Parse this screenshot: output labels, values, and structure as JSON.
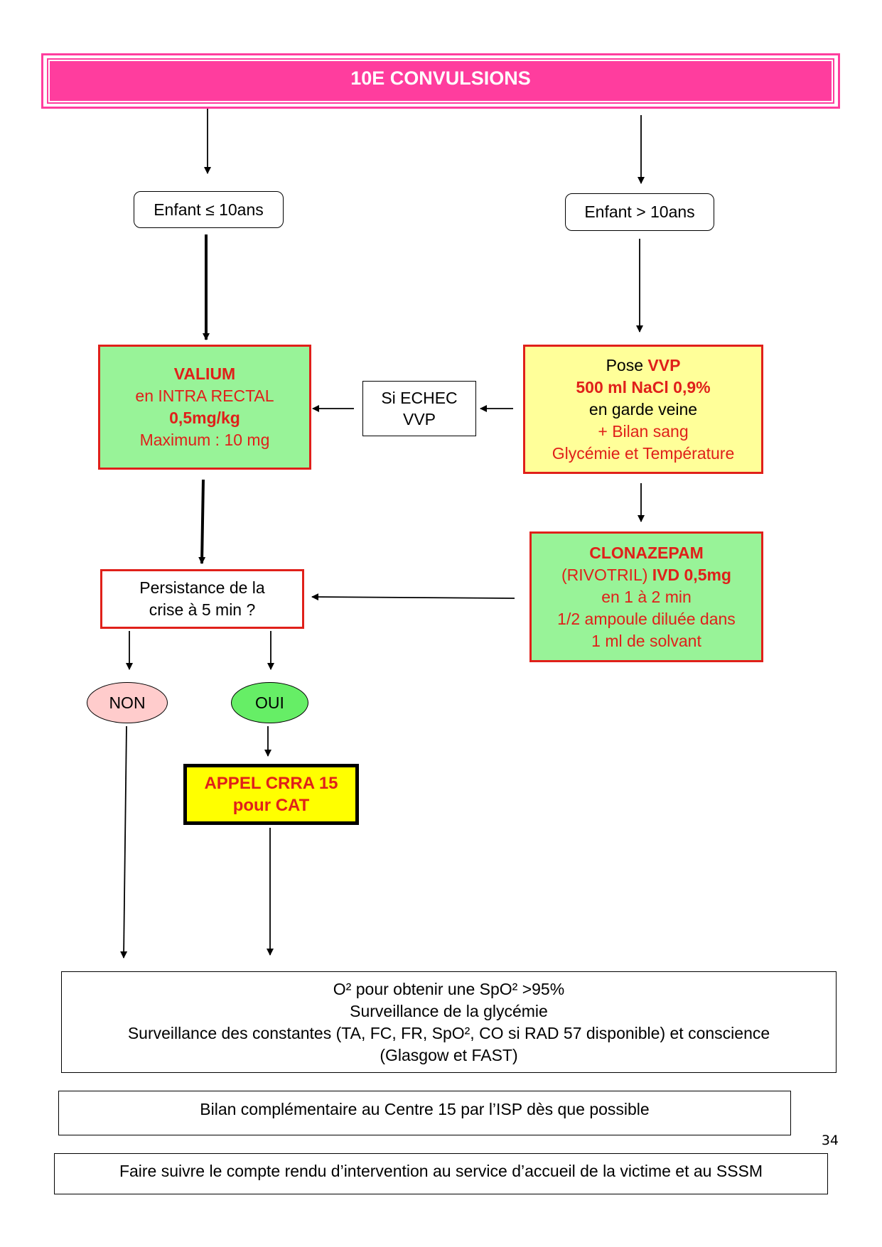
{
  "title": "10E CONVULSIONS",
  "colors": {
    "banner": "#ff3d9e",
    "red_text": "#e0201a",
    "green_box": "#98f398",
    "yellow_box": "#ffff99",
    "alert_yellow": "#ffff00",
    "non_fill": "#ffcccc",
    "oui_fill": "#66ee66"
  },
  "left_branch": {
    "label": "Enfant ≤ 10ans"
  },
  "right_branch": {
    "label": "Enfant > 10ans"
  },
  "valium": {
    "line1": "VALIUM",
    "line2": "en INTRA RECTAL",
    "line3": "0,5mg/kg",
    "line4": "Maximum : 10 mg"
  },
  "vvp": {
    "line1_prefix": "Pose ",
    "line1_bold": "VVP",
    "line2": "500 ml NaCl 0,9%",
    "line3": "en garde veine",
    "line4": "+ Bilan sang",
    "line5": "Glycémie et Température"
  },
  "echec": {
    "line1": "Si ECHEC",
    "line2": "VVP"
  },
  "clonazepam": {
    "line1": "CLONAZEPAM",
    "line2_normal": "(RIVOTRIL) ",
    "line2_bold": "IVD 0,5mg",
    "line3": "en 1 à 2 min",
    "line4": "1/2 ampoule diluée dans",
    "line5": "1 ml de solvant"
  },
  "persistance": {
    "line1": "Persistance de la",
    "line2": "crise à 5 min ?"
  },
  "non": "NON",
  "oui": "OUI",
  "appel": {
    "line1": "APPEL CRRA 15",
    "line2": "pour CAT"
  },
  "surveillance": {
    "line1": "O² pour obtenir une SpO² >95%",
    "line2": "Surveillance de la glycémie",
    "line3": "Surveillance des constantes (TA, FC, FR, SpO², CO si RAD 57 disponible) et conscience",
    "line4": "(Glasgow et FAST)"
  },
  "bilan": "Bilan complémentaire au Centre 15 par l’ISP dès que possible",
  "page_number": "34",
  "faire_suivre": "Faire suivre le compte rendu d’intervention au service d’accueil de la victime et au SSSM"
}
